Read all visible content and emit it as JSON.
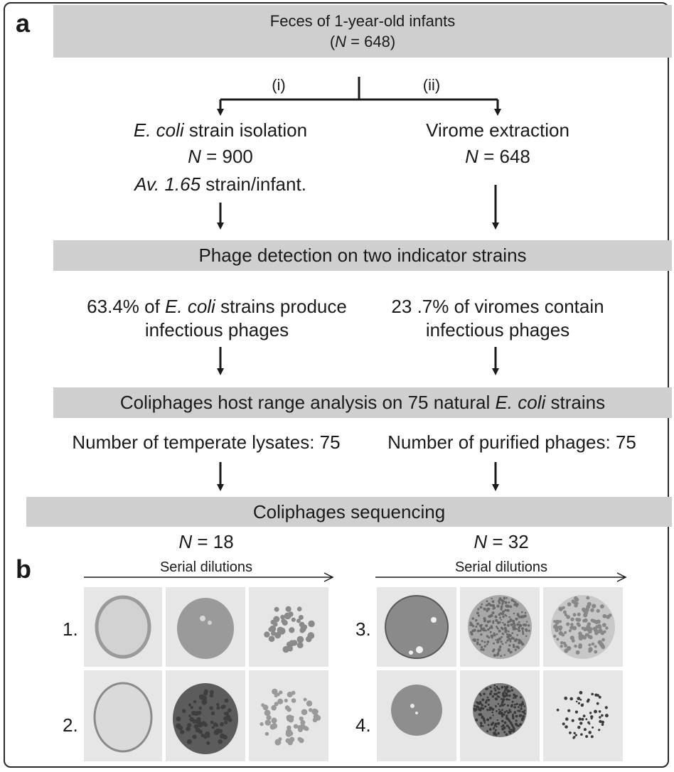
{
  "panel_a": {
    "letter": "a",
    "top_band": {
      "line1": "Feces of 1-year-old infants",
      "line2_pre": "(",
      "line2_n": "N",
      "line2_post": " = 648)"
    },
    "branch_i": "(i)",
    "branch_ii": "(ii)",
    "left_col": {
      "title_italic": "E. coli",
      "title_rest": " strain isolation",
      "n_italic": "N",
      "n_rest": " = 900",
      "avg_italic": "Av. 1.65",
      "avg_rest": " strain/infant."
    },
    "right_col": {
      "title": "Virome extraction",
      "n_italic": "N",
      "n_rest": " = 648"
    },
    "band2": "Phage detection on two indicator strains",
    "left_result": {
      "pre": "63.4% of ",
      "italic": "E. coli",
      "post": " strains produce",
      "line2": "infectious phages"
    },
    "right_result": {
      "line1": "23 .7% of viromes contain",
      "line2": "infectious phages"
    },
    "band3": {
      "pre": "Coliphages host range analysis on 75 natural ",
      "italic": "E. coli",
      "post": " strains"
    },
    "left_count": "Number of temperate lysates: 75",
    "right_count": "Number of purified phages: 75",
    "band4": "Coliphages sequencing"
  },
  "panel_b": {
    "letter": "b",
    "left_group": {
      "n_italic": "N",
      "n_rest": " = 18",
      "arrow_label": "Serial dilutions"
    },
    "right_group": {
      "n_italic": "N",
      "n_rest": " = 32",
      "arrow_label": "Serial dilutions"
    },
    "row_labels": [
      "1.",
      "2.",
      "3.",
      "4."
    ]
  }
}
